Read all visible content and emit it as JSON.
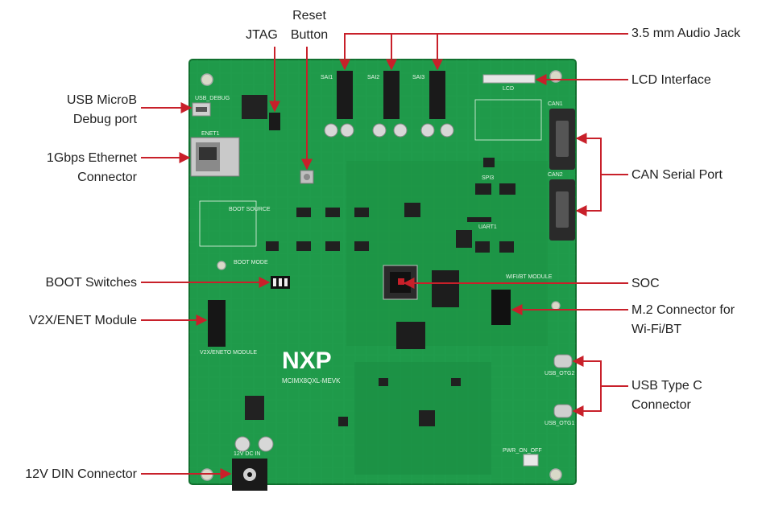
{
  "colors": {
    "pcb": "#1f9a4a",
    "pcb_dark": "#157a38",
    "callout": "#c8202a",
    "text": "#222222"
  },
  "board": {
    "logo": "NXP",
    "model": "MCIMX8QXL-MEVK",
    "silkscreen": {
      "usb_debug": "USB_DEBUG",
      "enet": "ENET1",
      "boot_source": "BOOT SOURCE",
      "boot_mode": "BOOT MODE",
      "v2x": "V2X/ENETO MODULE",
      "wifi": "WIFI/BT MODULE",
      "usb_otg2": "USB_OTG2",
      "usb_otg1": "USB_OTG1",
      "dc_in": "12V DC IN",
      "lcd": "LCD",
      "can1": "CAN1",
      "can2": "CAN2",
      "spi": "SPI3",
      "uart": "UART1",
      "sai1": "SAI1",
      "sai2": "SAI2",
      "sai3": "SAI3",
      "pwr": "PWR_ON_OFF"
    }
  },
  "labels": {
    "reset": [
      "Reset",
      "Button"
    ],
    "jtag": "JTAG",
    "audio": "3.5 mm Audio Jack",
    "usb_debug": [
      "USB MicroB",
      "Debug port"
    ],
    "lcd": "LCD Interface",
    "ethernet": [
      "1Gbps Ethernet",
      "Connector"
    ],
    "can": "CAN Serial Port",
    "boot": "BOOT Switches",
    "soc": "SOC",
    "v2x": "V2X/ENET Module",
    "m2": [
      "M.2 Connector for",
      "Wi-Fi/BT"
    ],
    "usbc": [
      "USB Type C",
      "Connector"
    ],
    "din": "12V DIN Connector"
  }
}
